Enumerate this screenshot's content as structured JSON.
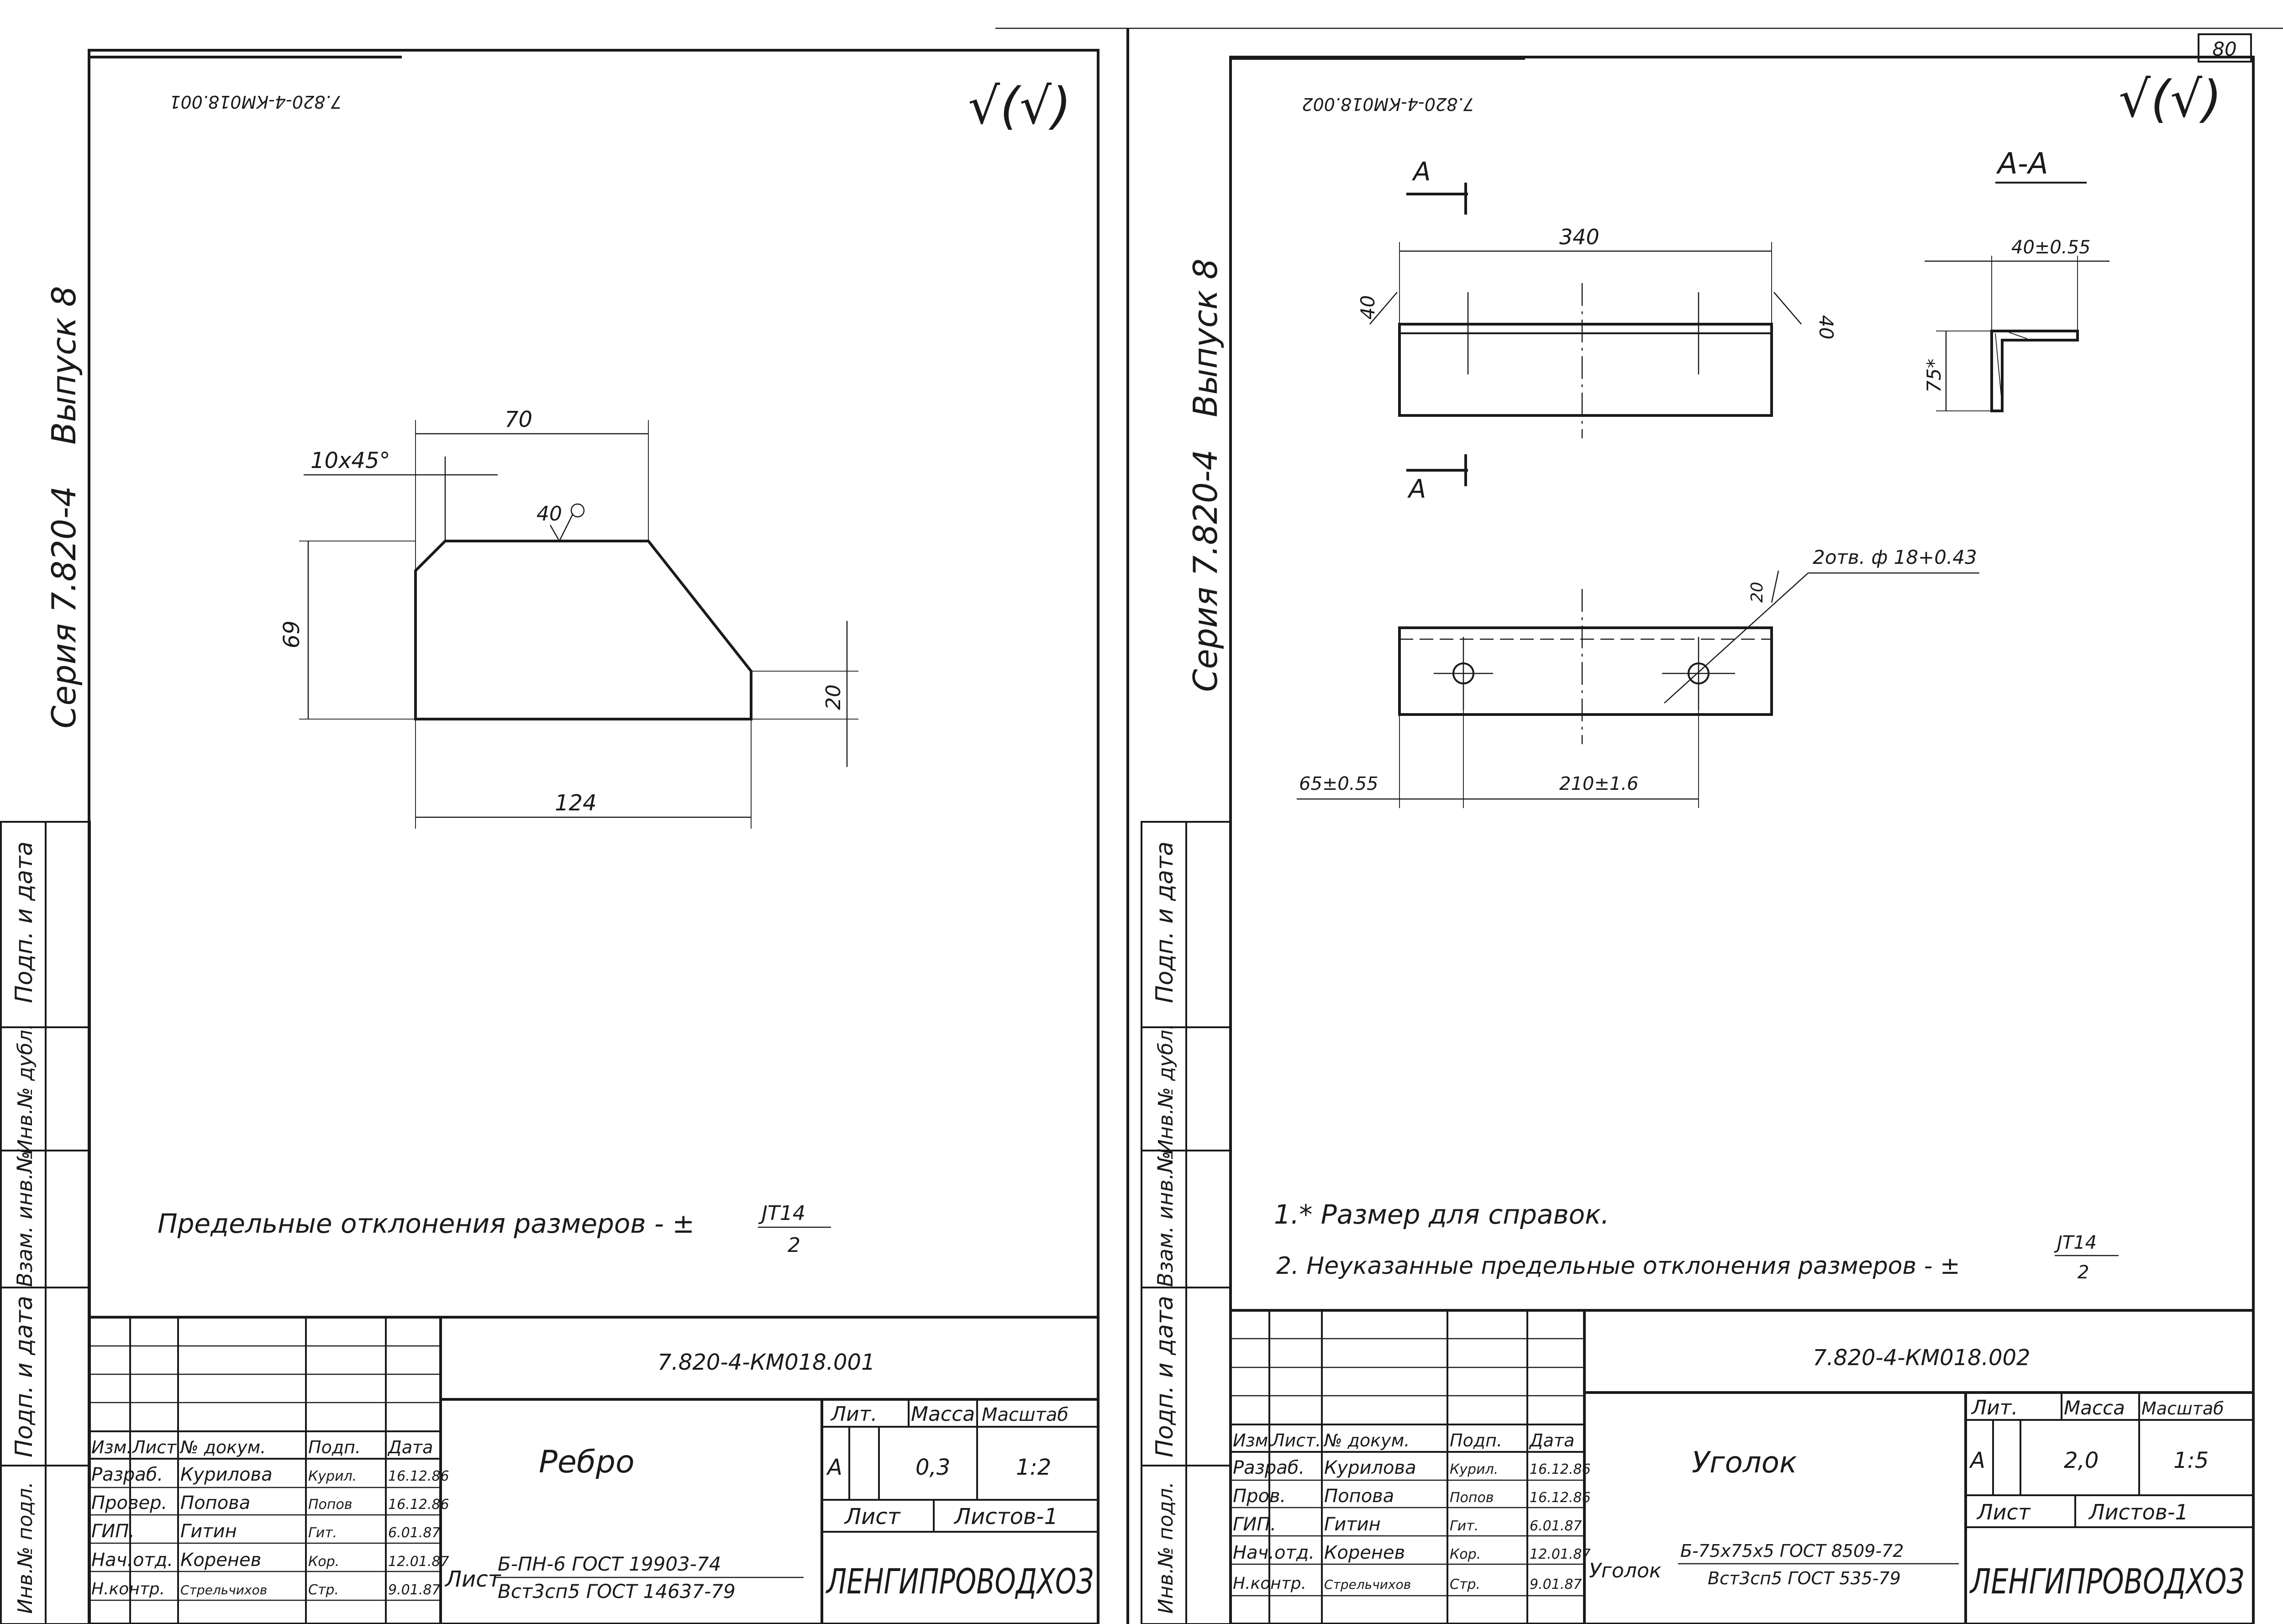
{
  "page_number": "80",
  "left_sheet": {
    "header_mirrored": "7.820-4-КМ018.001",
    "roughness": "√(√)",
    "side_series": "Серия 7.820-4",
    "side_issue": "Выпуск 8",
    "side_stamp": [
      "Инв.№ подл.",
      "Подп. и дата",
      "Взам. инв.№",
      "Инв.№ дубл.",
      "Подп. и дата"
    ],
    "dims": {
      "top": "70",
      "chamfer": "10х45°",
      "height": "69",
      "right": "20",
      "bottom": "124",
      "roughness_mark": "40"
    },
    "note": "Предельные отклонения размеров - ±",
    "note_frac_num": "JT14",
    "note_frac_den": "2",
    "title_block": {
      "doc_code": "7.820-4-КМ018.001",
      "name": "Ребро",
      "headers": {
        "lit": "Лит.",
        "mass": "Масса",
        "scale": "Масштаб"
      },
      "lit": "А",
      "mass": "0,3",
      "scale": "1:2",
      "sheet": "Лист",
      "sheets": "Листов-1",
      "org": "ЛЕНГИПРОВОДХОЗ",
      "material_label": "Лист",
      "material_line1": "Б-ПН-6 ГОСТ 19903-74",
      "material_line2": "Вст3сп5 ГОСТ 14637-79",
      "col_headers": [
        "Изм.",
        "Лист",
        "№ докум.",
        "Подп.",
        "Дата"
      ],
      "rows": [
        {
          "role": "Разраб.",
          "name": "Курилова",
          "sign": "Курил.",
          "date": "16.12.86"
        },
        {
          "role": "Провер.",
          "name": "Попова",
          "sign": "Попов",
          "date": "16.12.86"
        },
        {
          "role": "ГИП.",
          "name": "Гитин",
          "sign": "Гит.",
          "date": "6.01.87"
        },
        {
          "role": "Нач.отд.",
          "name": "Коренев",
          "sign": "Кор.",
          "date": "12.01.87"
        },
        {
          "role": "Н.контр.",
          "name": "Стрельчихов",
          "sign": "Стр.",
          "date": "9.01.87"
        }
      ]
    }
  },
  "right_sheet": {
    "header_mirrored": "7.820-4-КМ018.002",
    "roughness": "√(√)",
    "side_series": "Серия 7.820-4",
    "side_issue": "Выпуск 8",
    "section_label": "А-А",
    "section_mark": "А",
    "dims": {
      "length": "340",
      "flange_left": "40",
      "flange_right": "40",
      "section_width": "40±0.55",
      "section_height": "75*",
      "holes": "2отв. ф 18+0.43",
      "hole_offset": "20",
      "edge": "65±0.55",
      "spacing": "210±1.6"
    },
    "notes": [
      "1.* Размер для справок.",
      "2. Неуказанные предельные отклонения размеров - ±"
    ],
    "note_frac_num": "JT14",
    "note_frac_den": "2",
    "title_block": {
      "doc_code": "7.820-4-КМ018.002",
      "name": "Уголок",
      "headers": {
        "lit": "Лит.",
        "mass": "Масса",
        "scale": "Масштаб"
      },
      "lit": "А",
      "mass": "2,0",
      "scale": "1:5",
      "sheet": "Лист",
      "sheets": "Листов-1",
      "org": "ЛЕНГИПРОВОДХОЗ",
      "material_label": "Уголок",
      "material_line1": "Б-75х75х5 ГОСТ 8509-72",
      "material_line2": "Вст3сп5 ГОСТ 535-79",
      "col_headers": [
        "Изм.",
        "Лист.",
        "№ докум.",
        "Подп.",
        "Дата"
      ],
      "rows": [
        {
          "role": "Разраб.",
          "name": "Курилова",
          "sign": "Курил.",
          "date": "16.12.86"
        },
        {
          "role": "Пров.",
          "name": "Попова",
          "sign": "Попов",
          "date": "16.12.86"
        },
        {
          "role": "ГИП.",
          "name": "Гитин",
          "sign": "Гит.",
          "date": "6.01.87"
        },
        {
          "role": "Нач.отд.",
          "name": "Коренев",
          "sign": "Кор.",
          "date": "12.01.87"
        },
        {
          "role": "Н.контр.",
          "name": "Стрельчихов",
          "sign": "Стр.",
          "date": "9.01.87"
        }
      ]
    }
  }
}
